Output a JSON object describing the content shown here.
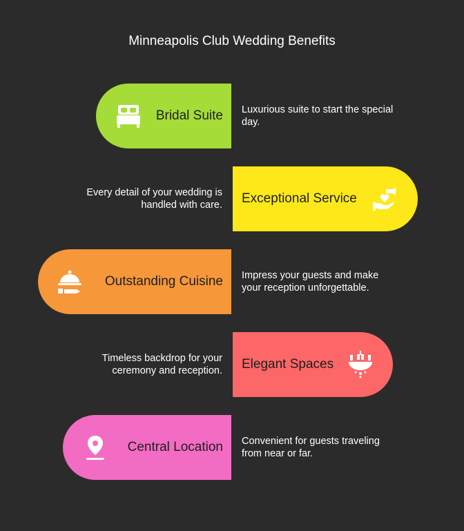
{
  "title": "Minneapolis Club Wedding Benefits",
  "items": [
    {
      "label": "Bridal Suite",
      "description": "Luxurious suite to start the special day.",
      "color": "#a5dc38",
      "icon": "bed-icon"
    },
    {
      "label": "Exceptional Service",
      "description": "Every detail of your wedding is handled with care.",
      "color": "#ffe81a",
      "icon": "helping-hand-heart-icon"
    },
    {
      "label": "Outstanding Cuisine",
      "description": "Impress your guests and make your reception unforgettable.",
      "color": "#f6973a",
      "icon": "serving-cloche-icon"
    },
    {
      "label": "Elegant Spaces",
      "description": "Timeless backdrop for your ceremony and reception.",
      "color": "#fd6767",
      "icon": "chandelier-icon"
    },
    {
      "label": "Central Location",
      "description": "Convenient for guests traveling from near or far.",
      "color": "#f26cc4",
      "icon": "map-pin-icon"
    }
  ]
}
